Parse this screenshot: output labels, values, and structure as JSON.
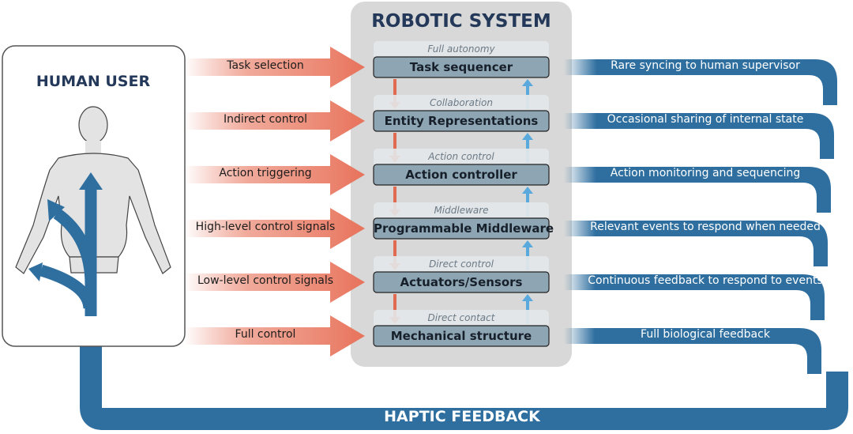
{
  "human": {
    "title": "HUMAN USER"
  },
  "robot": {
    "title": "ROBOTIC SYSTEM"
  },
  "haptic": {
    "title": "HAPTIC FEEDBACK"
  },
  "layers": [
    {
      "level": "Full autonomy",
      "name": "Task sequencer",
      "input": "Task selection",
      "feedback": "Rare syncing to human supervisor"
    },
    {
      "level": "Collaboration",
      "name": "Entity Representations",
      "input": "Indirect control",
      "feedback": "Occasional sharing of internal state"
    },
    {
      "level": "Action control",
      "name": "Action controller",
      "input": "Action triggering",
      "feedback": "Action monitoring and sequencing"
    },
    {
      "level": "Middleware",
      "name": "Programmable Middleware",
      "input": "High-level control signals",
      "feedback": "Relevant events to respond when needed"
    },
    {
      "level": "Direct control",
      "name": "Actuators/Sensors",
      "input": "Low-level control signals",
      "feedback": "Continuous feedback to respond to events"
    },
    {
      "level": "Direct contact",
      "name": "Mechanical structure",
      "input": "Full control",
      "feedback": "Full biological feedback"
    }
  ],
  "colors": {
    "input_arrow": "#e8735c",
    "feedback": "#2f6fa0",
    "layer_box": "#8ea6b4",
    "panel": "#d7d8d7",
    "down_arrow": "#e06b52",
    "up_arrow": "#5aa9dc"
  }
}
